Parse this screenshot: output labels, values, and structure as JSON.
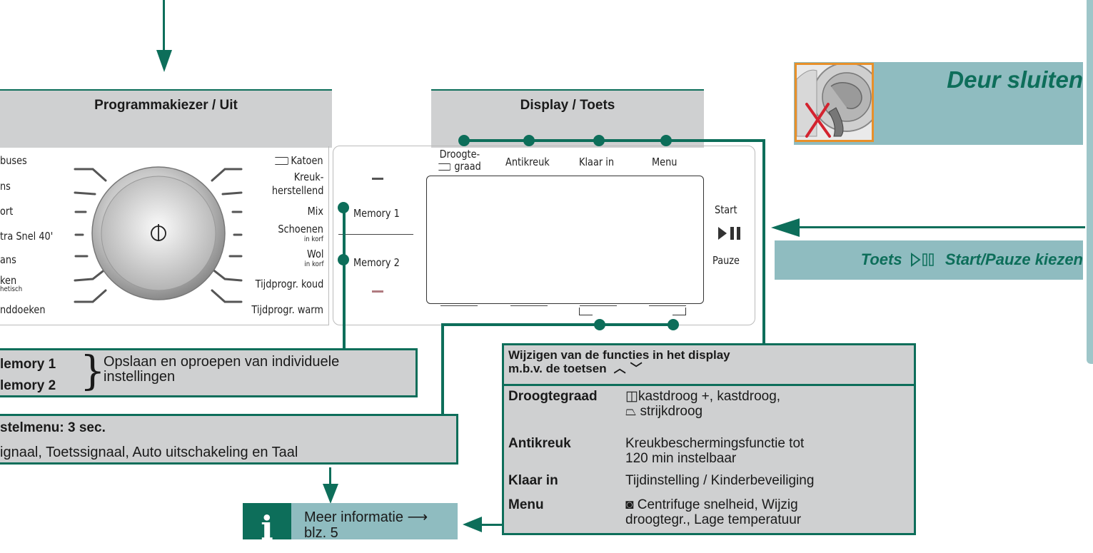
{
  "programmakiezer": {
    "title": "Programmakiezer / Uit",
    "left_items": [
      "buses",
      "ns",
      "ort",
      "tra Snel 40'",
      "ans",
      "ken",
      "hetisch",
      "nddoeken"
    ],
    "right_items": [
      "Katoen",
      "Kreuk-",
      "herstellend",
      "Mix",
      "Schoenen",
      "in korf",
      "Wol",
      "in korf",
      "Tijdprogr. koud",
      "Tijdprogr. warm"
    ]
  },
  "display": {
    "title": "Display / Toets",
    "top_labels": [
      "Droogte-",
      "graad",
      "Antikreuk",
      "Klaar in",
      "Menu"
    ],
    "memory1": "Memory 1",
    "memory2": "Memory 2",
    "start": "Start",
    "pauze": "Pauze"
  },
  "deur": {
    "title": "Deur sluiten"
  },
  "toets_banner": {
    "prefix": "Toets",
    "suffix": "Start/Pauze kiezen"
  },
  "memory_box": {
    "label1": "lemory 1",
    "label2": "lemory 2",
    "text": "Opslaan en oproepen van individuele instellingen"
  },
  "instelmenu": {
    "title": "stelmenu: 3 sec.",
    "text": "ignaal, Toetssignaal, Auto uitschakeling en Taal"
  },
  "functions": {
    "header_line1": "Wijzigen van de functies in het display",
    "header_line2": "m.b.v. de toetsen",
    "rows": [
      {
        "key": "Droogtegraad",
        "value_line1": "kastdroog +,  kastdroog,",
        "value_line2": "strijkdroog"
      },
      {
        "key": "Antikreuk",
        "value_line1": "Kreukbeschermingsfunctie tot",
        "value_line2": "120 min instelbaar"
      },
      {
        "key": "Klaar in",
        "value_line1": "Tijdinstelling / Kinderbeveiliging",
        "value_line2": ""
      },
      {
        "key": "Menu",
        "value_line1": "Centrifuge snelheid,  Wijzig",
        "value_line2": "droogtegr.,  Lage temperatuur"
      }
    ]
  },
  "info": {
    "text_line1": "Meer informatie ⟶",
    "text_line2": "blz. 5",
    "icon": "info-icon"
  },
  "colors": {
    "green": "#0d6e5a",
    "grey": "#cfd0d1",
    "teal": "#8fbcc0",
    "orange": "#e8902a",
    "red": "#d3232f"
  }
}
